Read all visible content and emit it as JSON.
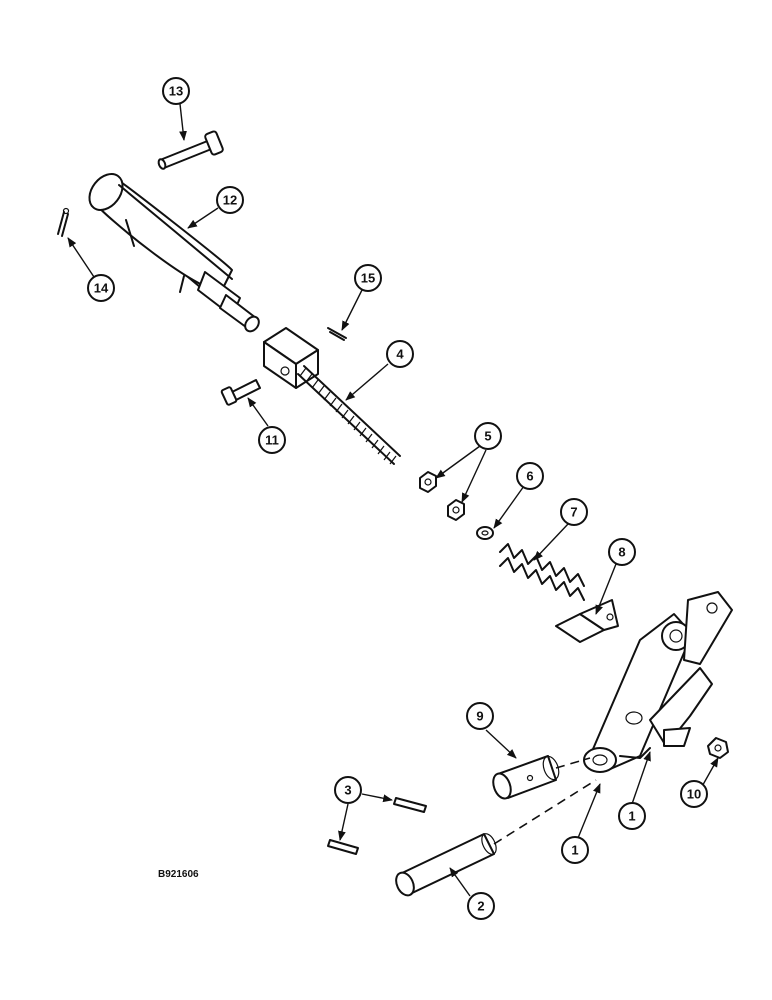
{
  "drawing_code": "B921606",
  "callouts": [
    "1",
    "1",
    "2",
    "3",
    "4",
    "5",
    "6",
    "7",
    "8",
    "9",
    "10",
    "11",
    "12",
    "13",
    "14",
    "15"
  ]
}
